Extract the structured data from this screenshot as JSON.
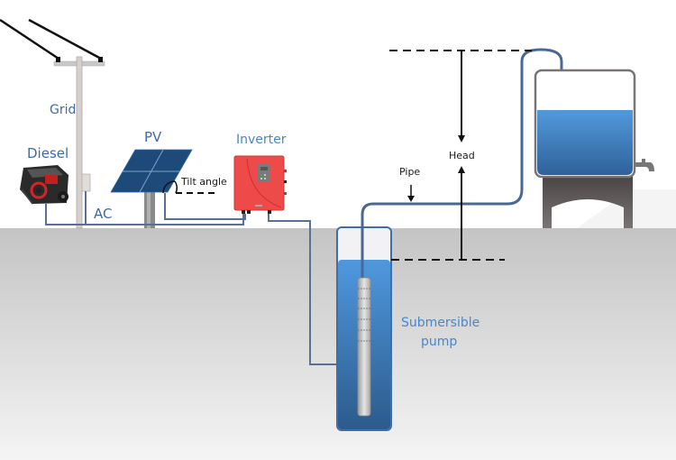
{
  "diagram": {
    "title": "Solar water pumping system",
    "labels": {
      "grid": "Grid",
      "diesel": "Diesel",
      "ac": "AC",
      "pv": "PV",
      "tilt_angle": "Tilt angle",
      "inverter": "Inverter",
      "pipe": "Pipe",
      "head": "Head",
      "submersible_line1": "Submersible",
      "submersible_line2": "pump"
    },
    "components": [
      {
        "id": "grid",
        "icon": "utility-pole-icon"
      },
      {
        "id": "diesel",
        "icon": "diesel-generator-icon"
      },
      {
        "id": "pv",
        "icon": "solar-panel-icon"
      },
      {
        "id": "inverter",
        "icon": "inverter-icon"
      },
      {
        "id": "well",
        "icon": "borehole-icon"
      },
      {
        "id": "pump",
        "icon": "submersible-pump-icon"
      },
      {
        "id": "tank",
        "icon": "water-tank-icon"
      }
    ],
    "colors": {
      "label_blue": "#3e6aa6",
      "cable": "#5a6f96",
      "water_top": "#4f96dc",
      "water_bottom": "#2e5e8f",
      "inverter_red": "#ef4a4a",
      "panel_blue": "#1e4a7a",
      "ground": "#c8c8c8"
    }
  }
}
